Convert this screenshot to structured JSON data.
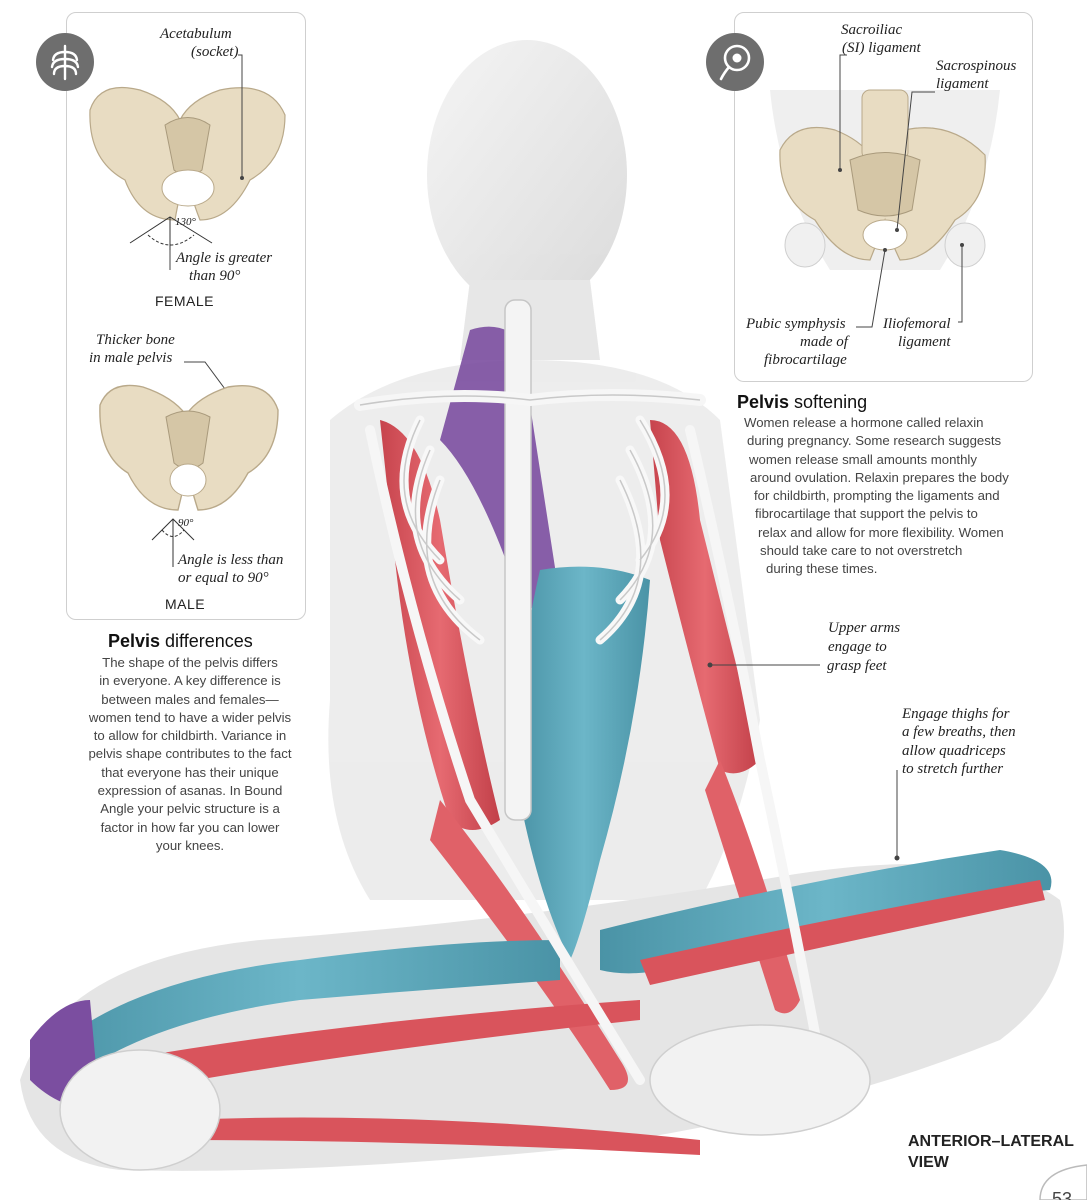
{
  "female_panel": {
    "label_top_line1": "Acetabulum",
    "label_top_line2": "(socket)",
    "angle_value": "130°",
    "angle_note_line1": "Angle is greater",
    "angle_note_line2": "than 90°",
    "caption": "FEMALE"
  },
  "male_panel": {
    "label_top_line1": "Thicker bone",
    "label_top_line2": "in male pelvis",
    "angle_value": "90°",
    "angle_note_line1": "Angle is less than",
    "angle_note_line2": "or equal to 90°",
    "caption": "MALE"
  },
  "pelvis_differences": {
    "heading_bold": "Pelvis",
    "heading_rest": " differences",
    "lines": [
      "The shape of the pelvis differs",
      "in everyone. A key difference is",
      "between males and females—",
      "women tend to have a wider pelvis",
      "to allow for childbirth. Variance in",
      "pelvis shape contributes to the fact",
      "that everyone has their unique",
      "expression of asanas. In Bound",
      "Angle your pelvic structure is a",
      "factor in how far you can lower",
      "your knees."
    ]
  },
  "ligament_panel": {
    "si_line1": "Sacroiliac",
    "si_line2": "(SI) ligament",
    "sacrospinous_line1": "Sacrospinous",
    "sacrospinous_line2": "ligament",
    "pubic_line1": "Pubic symphysis",
    "pubic_line2": "made of",
    "pubic_line3": "fibrocartilage",
    "ilio_line1": "Iliofemoral",
    "ilio_line2": "ligament"
  },
  "pelvis_softening": {
    "heading_bold": "Pelvis",
    "heading_rest": " softening",
    "lines": [
      "Women release a hormone called relaxin",
      "during pregnancy. Some research suggests",
      "women release small amounts monthly",
      "around ovulation. Relaxin prepares the body",
      "for childbirth, prompting the ligaments and",
      "fibrocartilage that support the pelvis to",
      "relax and allow for more flexibility. Women",
      "should take care to not overstretch",
      "during these times."
    ]
  },
  "callouts": {
    "upper_arms_line1": "Upper arms",
    "upper_arms_line2": "engage to",
    "upper_arms_line3": "grasp feet",
    "thighs_line1": "Engage thighs for",
    "thighs_line2": "a few breaths, then",
    "thighs_line3": "allow quadriceps",
    "thighs_line4": "to stretch further"
  },
  "view_label_line1": "ANTERIOR–LATERAL",
  "view_label_line2": "VIEW",
  "page_number": "53",
  "icons": {
    "left": "ribcage-icon",
    "right": "ovary-cell-icon"
  },
  "colors": {
    "muscle_red": "#d9545c",
    "muscle_blue": "#5aa6b8",
    "muscle_purple": "#7b4ea0",
    "bone": "#f2f2f2",
    "pelvis_bone": "#e8dcc2",
    "icon_gray": "#6e6e6e"
  }
}
